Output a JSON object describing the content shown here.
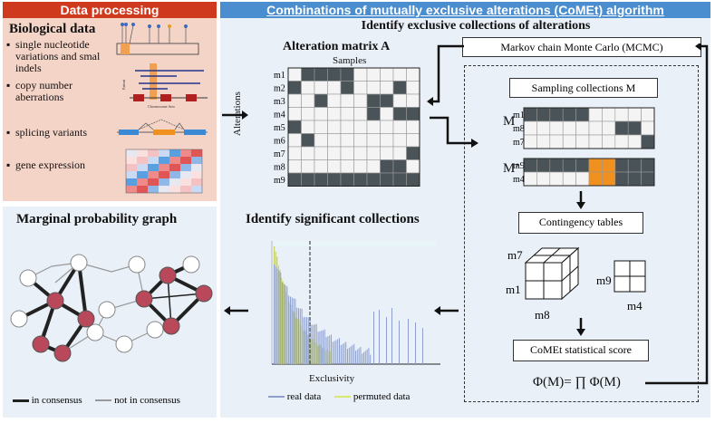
{
  "headers": {
    "data_processing": "Data processing",
    "comet": "Combinations of mutually exclusive alterations (CoMEt) algorithm",
    "identify_exclusive": "Identify exclusive collections of alterations"
  },
  "biological": {
    "title": "Biological data",
    "items": [
      {
        "label": "single nucleotide variations and smal indels"
      },
      {
        "label": "copy number aberrations"
      },
      {
        "label": "splicing variants"
      },
      {
        "label": "gene expression"
      }
    ],
    "mini_labels": {
      "patient": "Patient",
      "chromosome_arm": "Chromosome Arm"
    }
  },
  "matrix": {
    "title": "Alteration matrix A",
    "samples": "Samples",
    "alterations": "Alterations",
    "rows": [
      "m1",
      "m2",
      "m3",
      "m4",
      "m5",
      "m6",
      "m7",
      "m8",
      "m9"
    ]
  },
  "mcmc": {
    "title": "Markov chain Monte Carlo (MCMC)",
    "sampling": "Sampling collections M",
    "m_label": "M",
    "mprime_label": "M’",
    "m_rows": [
      "m1",
      "m8",
      "m7"
    ],
    "mprime_rows": [
      "m9",
      "m4"
    ],
    "contingency": "Contingency tables",
    "cube_labels": {
      "m7": "m7",
      "m1": "m1",
      "m8": "m8",
      "m9": "m9",
      "m4": "m4"
    },
    "score": "CoMEt statistical score",
    "formula": "Φ(M)= ∏ Φ(M)"
  },
  "significant": {
    "title": "Identify significant collections",
    "xlabel": "Exclusivity",
    "legend": [
      {
        "label": "real data",
        "color": "#8ea0cf"
      },
      {
        "label": "permuted data",
        "color": "#d9e86a"
      }
    ]
  },
  "marginal": {
    "title": "Marginal probability graph",
    "legend": [
      {
        "label": "in consensus",
        "color": "#222222"
      },
      {
        "label": "not in consensus",
        "color": "#999999"
      }
    ]
  },
  "colors": {
    "red": "#cf3a1e",
    "blue": "#4b8ed0",
    "node": "#b8485a",
    "cell_dark": "#4a5458",
    "orange": "#f0901e"
  }
}
